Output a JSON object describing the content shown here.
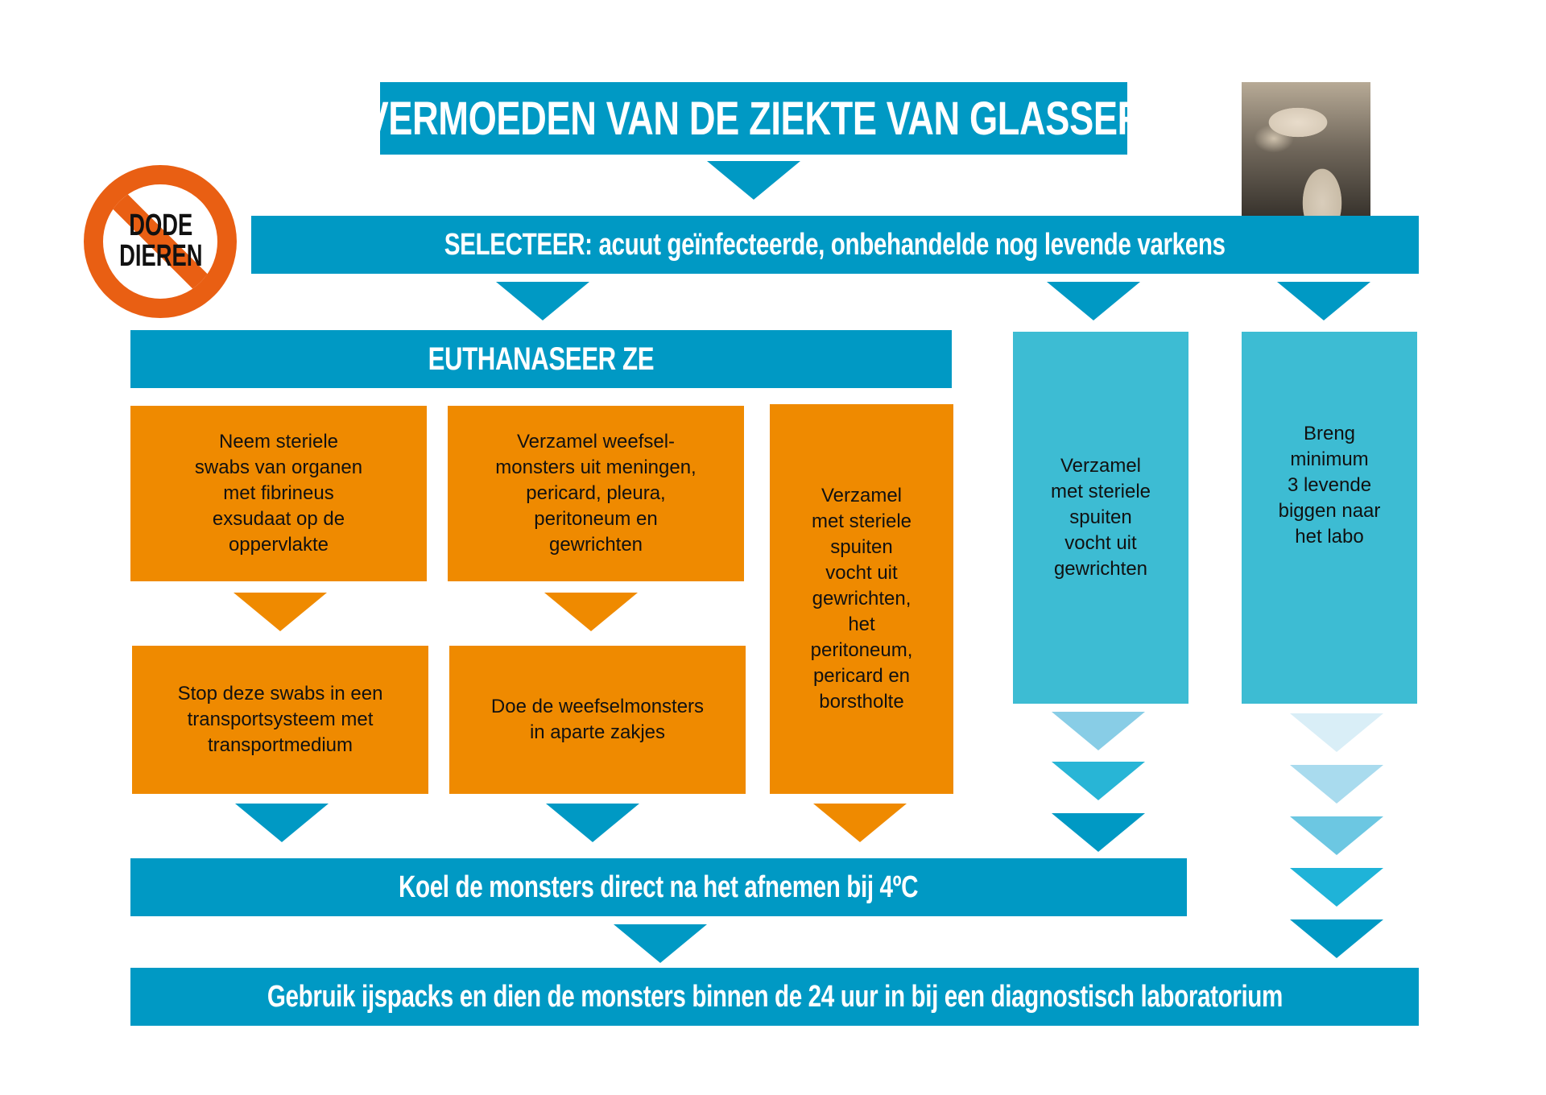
{
  "title": "VERMOEDEN VAN DE ZIEKTE VAN GLASSER",
  "no_sign_label": "DODE\nDIEREN",
  "select_bar": "SELECTEER: acuut geïnfecteerde, onbehandelde nog levende varkens",
  "euthanize_bar": "EUTHANASEER ZE",
  "orange_boxes": {
    "swabs": "Neem steriele\nswabs van organen\nmet fibrineus\nexsudaat op de\noppervlakte",
    "tissue": "Verzamel weefsel-\nmonsters uit meningen,\npericard, pleura,\nperitoneum en\ngewrichten",
    "fluid": "Verzamel\nmet steriele\nspuiten\nvocht uit\ngewrichten,\nhet\nperitoneum,\npericard en\nborstholte",
    "transport": "Stop deze swabs in een\ntransportsysteem met\ntransportmedium",
    "bags": "Doe de weefselmonsters\nin aparte zakjes"
  },
  "blue_boxes": {
    "joints": "Verzamel\nmet steriele\nspuiten\nvocht uit\ngewrichten",
    "live_piglets": "Breng\nminimum\n3 levende\nbiggen naar\nhet labo"
  },
  "cool_bar": "Koel de monsters direct na het afnemen bij 4ºC",
  "final_bar": "Gebruik ijspacks en dien de monsters binnen de 24 uur in bij een diagnostisch laboratorium",
  "colors": {
    "bar_blue": "#0099c4",
    "box_light_blue": "#3dbcd3",
    "box_orange": "#ef8a00",
    "no_sign_orange": "#e95f13"
  }
}
